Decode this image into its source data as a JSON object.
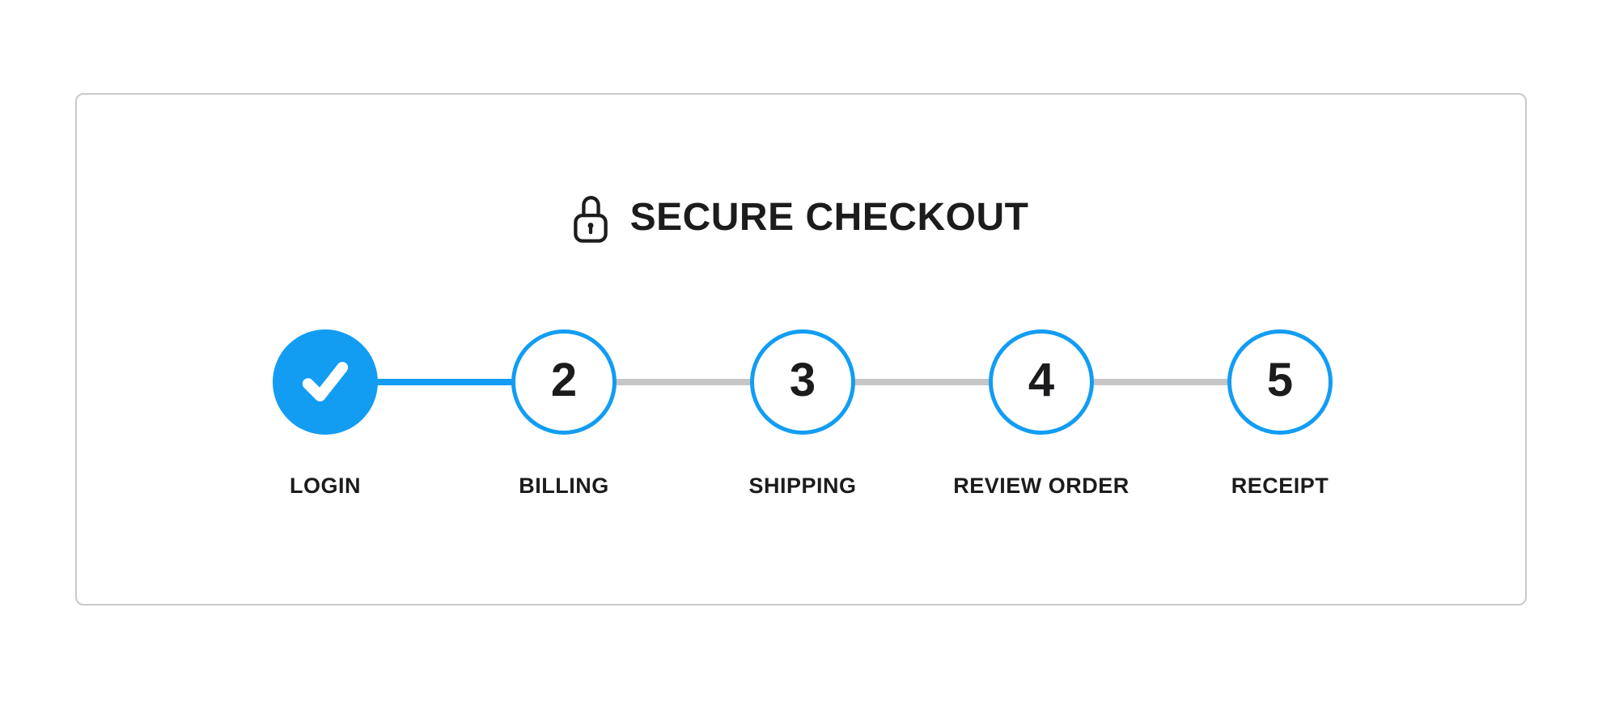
{
  "header": {
    "title": "SECURE CHECKOUT"
  },
  "stepper": {
    "active_step": "LOGIN",
    "completed_steps": [
      "LOGIN"
    ],
    "steps": [
      {
        "label": "LOGIN",
        "indicator": "check",
        "state": "completed"
      },
      {
        "label": "BILLING",
        "indicator": "2",
        "state": "pending"
      },
      {
        "label": "SHIPPING",
        "indicator": "3",
        "state": "pending"
      },
      {
        "label": "REVIEW ORDER",
        "indicator": "4",
        "state": "pending"
      },
      {
        "label": "RECEIPT",
        "indicator": "5",
        "state": "pending"
      }
    ]
  },
  "icons": {
    "lock": "lock-icon",
    "check": "check-icon"
  },
  "colors": {
    "accent_blue": "#129DF3",
    "connector_gray": "#C6C6C6",
    "card_border": "#C9C9C9",
    "text_dark": "#1C1C1E",
    "background": "#FFFFFF"
  }
}
